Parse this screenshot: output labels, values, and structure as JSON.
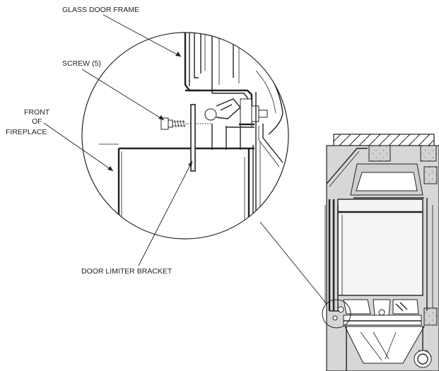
{
  "labels": {
    "glass_door_frame": "GLASS DOOR FRAME",
    "screw": "SCREW (5)",
    "front_line1": "FRONT",
    "front_line2": "OF",
    "front_line3": "FIREPLACE",
    "door_limiter_bracket": "DOOR LIMITER BRACKET"
  }
}
